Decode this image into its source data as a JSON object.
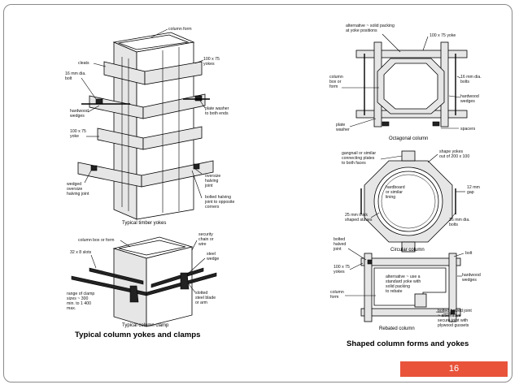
{
  "slide": {
    "page_number": "16"
  },
  "left_figure": {
    "labels": {
      "column_form": "column form",
      "cleats": "cleats",
      "bolt_16": "16 mm dia.\nbolt",
      "yokes_100x75": "100 x 75\nyokes",
      "hardwood_wedges": "hardwood\nwedges",
      "plate_washer": "plate washer\nto both ends",
      "yoke_100x75": "100 x 75\nyoke",
      "wedged_halving": "wedged\noversize\nhalving joint",
      "oversize_halving": "oversize\nhalving\njoint",
      "bolted_halving": "bolted halving\njoint to opposite\ncorners"
    },
    "caption_top": "Typical timber yokes",
    "clamp_labels": {
      "column_box": "column box or form",
      "security_chain": "security\nchain or\nwire",
      "slots": "32 x 8 slots",
      "steel_wedge": "steel\nwedge",
      "range": "range of clamp\nsizes ~ 300\nmin. to 1 400\nmax.",
      "slotted_blade": "slotted\nsteel blade\nor arm"
    },
    "caption_clamp": "Typical column clamp",
    "main_caption": "Typical column yokes and clamps"
  },
  "right_figure": {
    "octagonal": {
      "alt_packing": "alternative ~ solid packing\nat yoke positions",
      "yokes": "100 x 75 yoke",
      "column_box": "column\nbox or\nform",
      "bolts": "16 mm dia.\nbolts",
      "hardwood_wedges": "hardwood\nwedges",
      "plate_washer": "plate\nwasher",
      "spacers": "spacers",
      "caption": "Octagonal column"
    },
    "circular": {
      "gangnail": "gangnail or similar\nconnecting plates\nto both faces",
      "shape_yokes": "shape yokes\nout of 200 x 100",
      "hardboard": "hardboard\nor similar\nlining",
      "gap": "12 mm\ngap",
      "staves": "25 mm thick\nshaped staves",
      "bolts": "16 mm dia.\nbolts",
      "caption": "Circular column"
    },
    "rebated": {
      "bolted_halved": "bolted\nhalved\njoint",
      "bolt": "bolt",
      "yokes": "100 x 75\nyokes",
      "hardwood_wedges": "hardwood\nwedges",
      "alternative": "alternative ~ use a\nstandard yoke with\nsolid packing\nto rebate",
      "column_form": "column\nform",
      "bolted_alt": "bolted halved joint\n~ alternative\nsecure joint with\nplywood gussets",
      "caption": "Rebated column"
    },
    "main_caption": "Shaped column forms and yokes"
  }
}
